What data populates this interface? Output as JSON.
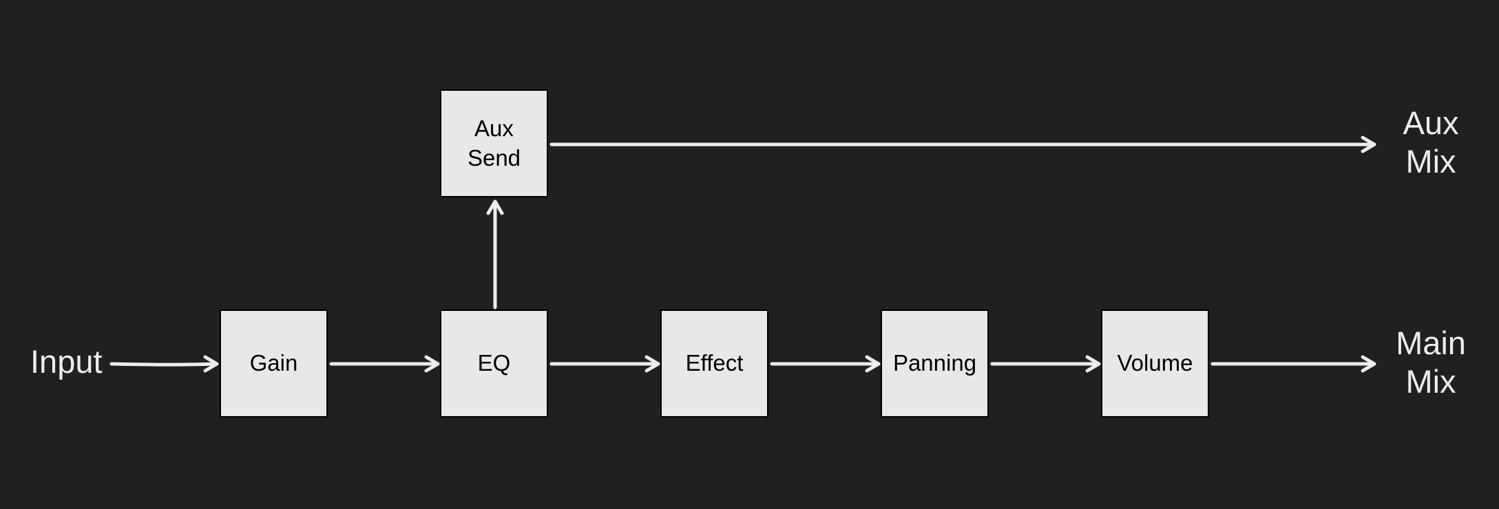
{
  "diagram": {
    "input_label": "Input",
    "outputs": {
      "aux_mix": "Aux\nMix",
      "main_mix": "Main\nMix"
    },
    "blocks": {
      "gain": "Gain",
      "eq": "EQ",
      "effect": "Effect",
      "panning": "Panning",
      "volume": "Volume",
      "aux_send": "Aux\nSend"
    },
    "connections": [
      [
        "input",
        "gain"
      ],
      [
        "gain",
        "eq"
      ],
      [
        "eq",
        "effect"
      ],
      [
        "effect",
        "panning"
      ],
      [
        "panning",
        "volume"
      ],
      [
        "volume",
        "main_mix"
      ],
      [
        "eq",
        "aux_send"
      ],
      [
        "aux_send",
        "aux_mix"
      ]
    ]
  },
  "colors": {
    "background": "#202020",
    "block_fill": "#e8e8e8",
    "block_border": "#000000",
    "arrow": "#ededed",
    "label_text": "#ededed"
  }
}
